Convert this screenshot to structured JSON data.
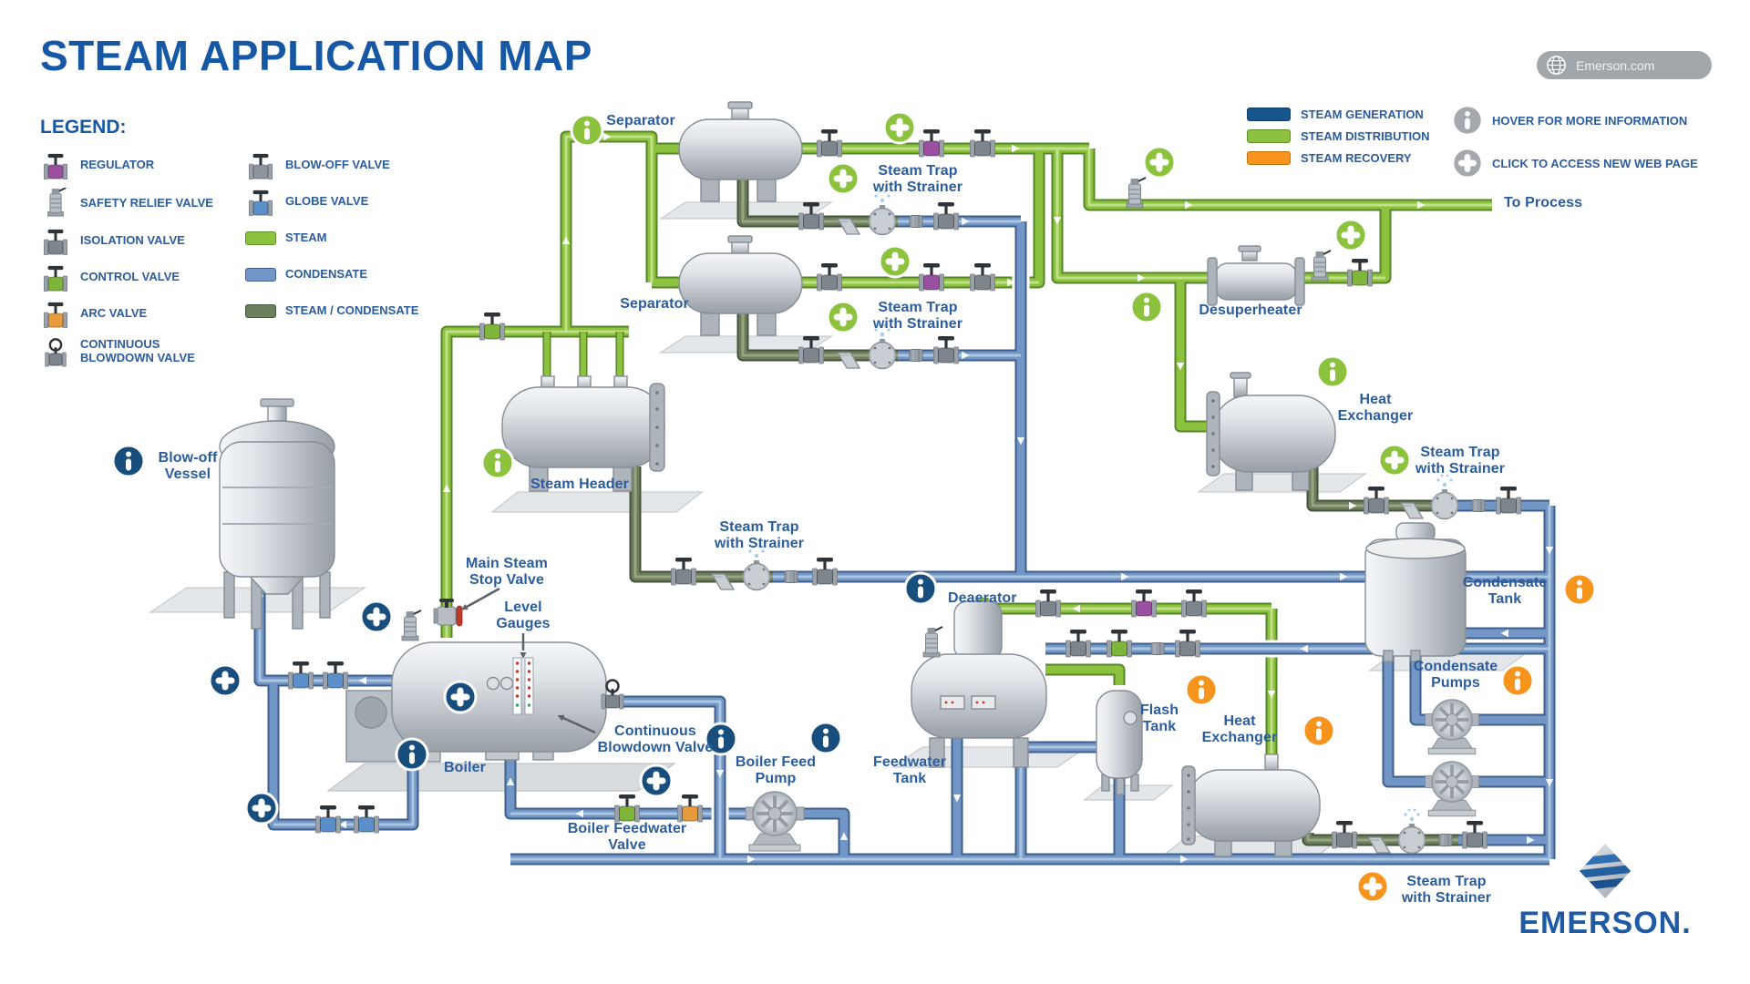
{
  "title": "STEAM APPLICATION MAP",
  "header": {
    "site_button": "Emerson.com",
    "hover_note": "HOVER FOR MORE INFORMATION",
    "click_note": "CLICK TO ACCESS NEW WEB PAGE"
  },
  "key": {
    "items": [
      {
        "label": "STEAM GENERATION",
        "color": "#17548C"
      },
      {
        "label": "STEAM DISTRIBUTION",
        "color": "#8CC23E"
      },
      {
        "label": "STEAM RECOVERY",
        "color": "#F7941E"
      }
    ]
  },
  "legend": {
    "heading": "LEGEND:",
    "col1": [
      {
        "label": "REGULATOR"
      },
      {
        "label": "SAFETY RELIEF VALVE"
      },
      {
        "label": "ISOLATION VALVE"
      },
      {
        "label": "CONTROL VALVE"
      },
      {
        "label": "ARC VALVE"
      },
      {
        "label": "CONTINUOUS\nBLOWDOWN VALVE"
      }
    ],
    "col2": [
      {
        "label": "BLOW-OFF VALVE"
      },
      {
        "label": "GLOBE VALVE"
      },
      {
        "label": "STEAM"
      },
      {
        "label": "CONDENSATE"
      },
      {
        "label": "STEAM / CONDENSATE"
      }
    ]
  },
  "labels": {
    "separator_top": "Separator",
    "separator_bottom": "Separator",
    "steam_trap_1": "Steam Trap\nwith Strainer",
    "steam_trap_2": "Steam Trap\nwith Strainer",
    "steam_trap_3": "Steam Trap\nwith Strainer",
    "steam_trap_4": "Steam Trap\nwith Strainer",
    "steam_trap_5": "Steam Trap\nwith Strainer",
    "to_process": "To Process",
    "desuperheater": "Desuperheater",
    "heat_exchanger_1": "Heat\nExchanger",
    "heat_exchanger_2": "Heat\nExchanger",
    "steam_header": "Steam Header",
    "blow_off_vessel": "Blow-off\nVessel",
    "main_steam_stop_valve": "Main Steam\nStop Valve",
    "level_gauges": "Level\nGauges",
    "boiler": "Boiler",
    "continuous_blowdown_valve": "Continuous\nBlowdown Valve",
    "boiler_feed_pump": "Boiler Feed\nPump",
    "boiler_feedwater_valve": "Boiler Feedwater\nValve",
    "feedwater_tank": "Feedwater\nTank",
    "deaerator": "Deaerator",
    "flash_tank": "Flash\nTank",
    "condensate_tank": "Condensate\nTank",
    "condensate_pumps": "Condensate\nPumps"
  },
  "branding": {
    "wordmark": "EMERSON."
  },
  "colors": {
    "title_blue": "#1658A4",
    "label_blue": "#2B5C9E",
    "steam_pipe": "#8CC23E",
    "condensate_pipe": "#7296C5",
    "steam_condensate_pipe": "#6D7E5B",
    "info_icon_blue": "#174E7D",
    "info_icon_green": "#8CC23E",
    "info_icon_orange": "#F7941E",
    "info_icon_gray": "#A5A9AD"
  }
}
